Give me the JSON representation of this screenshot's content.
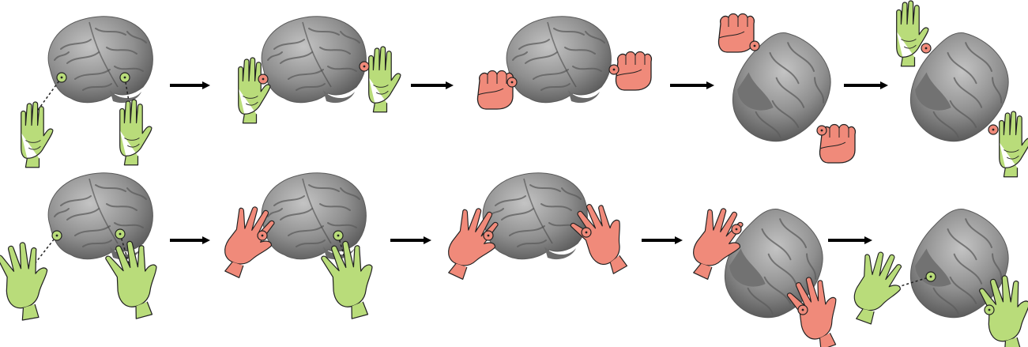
{
  "diagram": {
    "rows": [
      {
        "id": "row-grab",
        "steps": [
          {
            "view": "side",
            "pose": "open-palm",
            "state": "hover"
          },
          {
            "view": "side",
            "pose": "open-palm",
            "state": "contact"
          },
          {
            "view": "side",
            "pose": "fist",
            "state": "grab"
          },
          {
            "view": "rotated",
            "pose": "fist",
            "state": "grab"
          },
          {
            "view": "rotated",
            "pose": "open-palm",
            "state": "release"
          }
        ]
      },
      {
        "id": "row-push",
        "steps": [
          {
            "view": "side",
            "pose": "spread-hand",
            "state": "hover"
          },
          {
            "view": "side",
            "pose": "spread-hand",
            "state": "contact-one"
          },
          {
            "view": "side",
            "pose": "spread-hand",
            "state": "contact-both"
          },
          {
            "view": "rotated",
            "pose": "spread-hand",
            "state": "contact-both"
          },
          {
            "view": "rotated",
            "pose": "spread-hand",
            "state": "release"
          }
        ]
      }
    ],
    "arrow_count_per_row": 4,
    "colors": {
      "hover": "#b9dc7a",
      "contact": "#f08a7a",
      "brain": "#8f8f8f",
      "brain_dark": "#5f5f5f",
      "brain_light": "#b8b8b8",
      "outline": "#222222",
      "arrow": "#000000"
    },
    "icons": [
      "brain-icon",
      "hand-icon",
      "fist-icon",
      "arrow-right-icon",
      "contact-point-icon"
    ]
  }
}
